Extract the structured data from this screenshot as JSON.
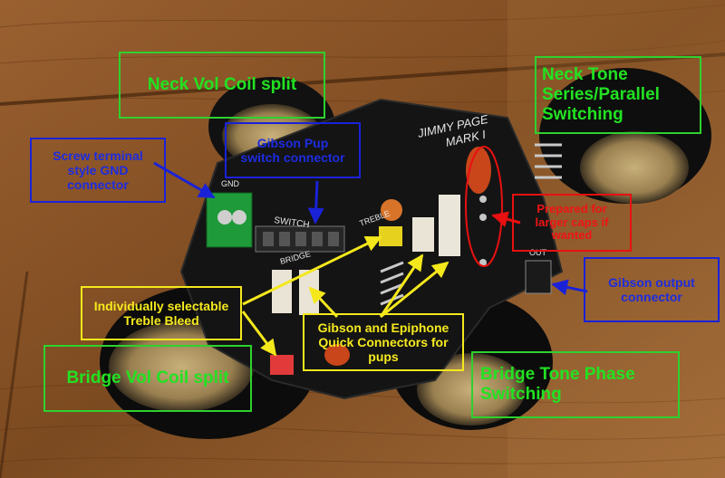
{
  "annotations": {
    "neck_vol": "Neck Vol Coil split",
    "neck_tone": "Neck Tone\nSeries/Parallel\nSwitching",
    "screw_gnd": "Screw terminal\nstyle GND\nconnector",
    "gibson_pup": "Gibson Pup\nswitch connector",
    "prepared": "Prepared for\nlarger caps if\nwanted",
    "gibson_output": "Gibson output\nconnector",
    "treble_bleed": "Individually selectable\nTreble Bleed",
    "quick_connectors": "Gibson and Epiphone\nQuick Connectors for\npups",
    "bridge_vol": "Bridge Vol Coil split",
    "bridge_tone": "Bridge Tone Phase\nSwitching"
  },
  "board_silkscreen": {
    "gnd": "GND",
    "switch": "SWITCH",
    "treble": "TREBLE",
    "bridge": "BRIDGE",
    "out": "OUT",
    "title": "JIMMY PAGE\nMARK I"
  },
  "colors": {
    "green": "#22e222",
    "blue": "#1e2ce0",
    "yellow": "#f6ea1e",
    "red": "#f01414",
    "wood": "#8a5428",
    "pcb": "#141414"
  }
}
